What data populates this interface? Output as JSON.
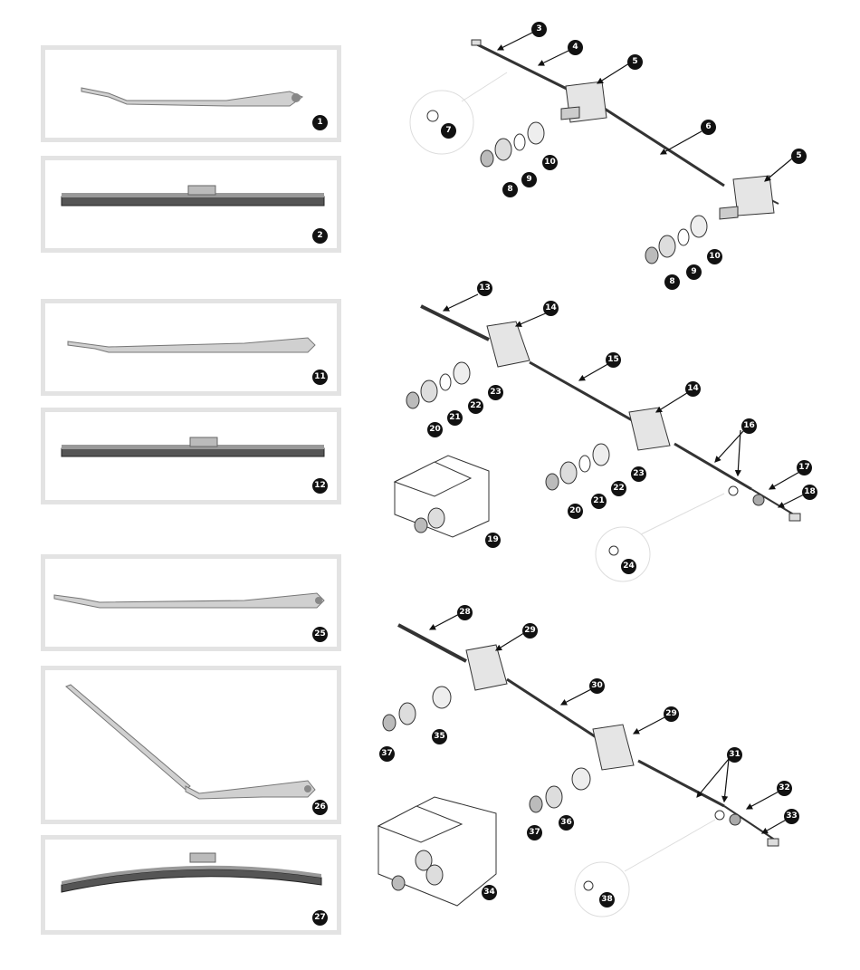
{
  "panels": [
    {
      "id": "p1",
      "item": "1",
      "part": "wiper-arm"
    },
    {
      "id": "p2",
      "item": "2",
      "part": "wiper-blade"
    },
    {
      "id": "p11",
      "item": "11",
      "part": "wiper-arm"
    },
    {
      "id": "p12",
      "item": "12",
      "part": "wiper-blade"
    },
    {
      "id": "p25",
      "item": "25",
      "part": "wiper-arm"
    },
    {
      "id": "p26",
      "item": "26",
      "part": "wiper-arm-long"
    },
    {
      "id": "p27",
      "item": "27",
      "part": "wiper-blade-curved"
    }
  ],
  "callouts": [
    "3",
    "4",
    "5",
    "5",
    "6",
    "7",
    "8",
    "9",
    "10",
    "8",
    "9",
    "10",
    "13",
    "14",
    "14",
    "15",
    "16",
    "17",
    "18",
    "19",
    "20",
    "21",
    "22",
    "23",
    "20",
    "21",
    "22",
    "23",
    "24",
    "28",
    "29",
    "29",
    "30",
    "31",
    "32",
    "33",
    "34",
    "35",
    "36",
    "37",
    "37",
    "38"
  ],
  "colors": {
    "ink": "#111111",
    "panel_border": "#e3e3e3",
    "metal": "#c9c9c9",
    "dark": "#333333"
  }
}
